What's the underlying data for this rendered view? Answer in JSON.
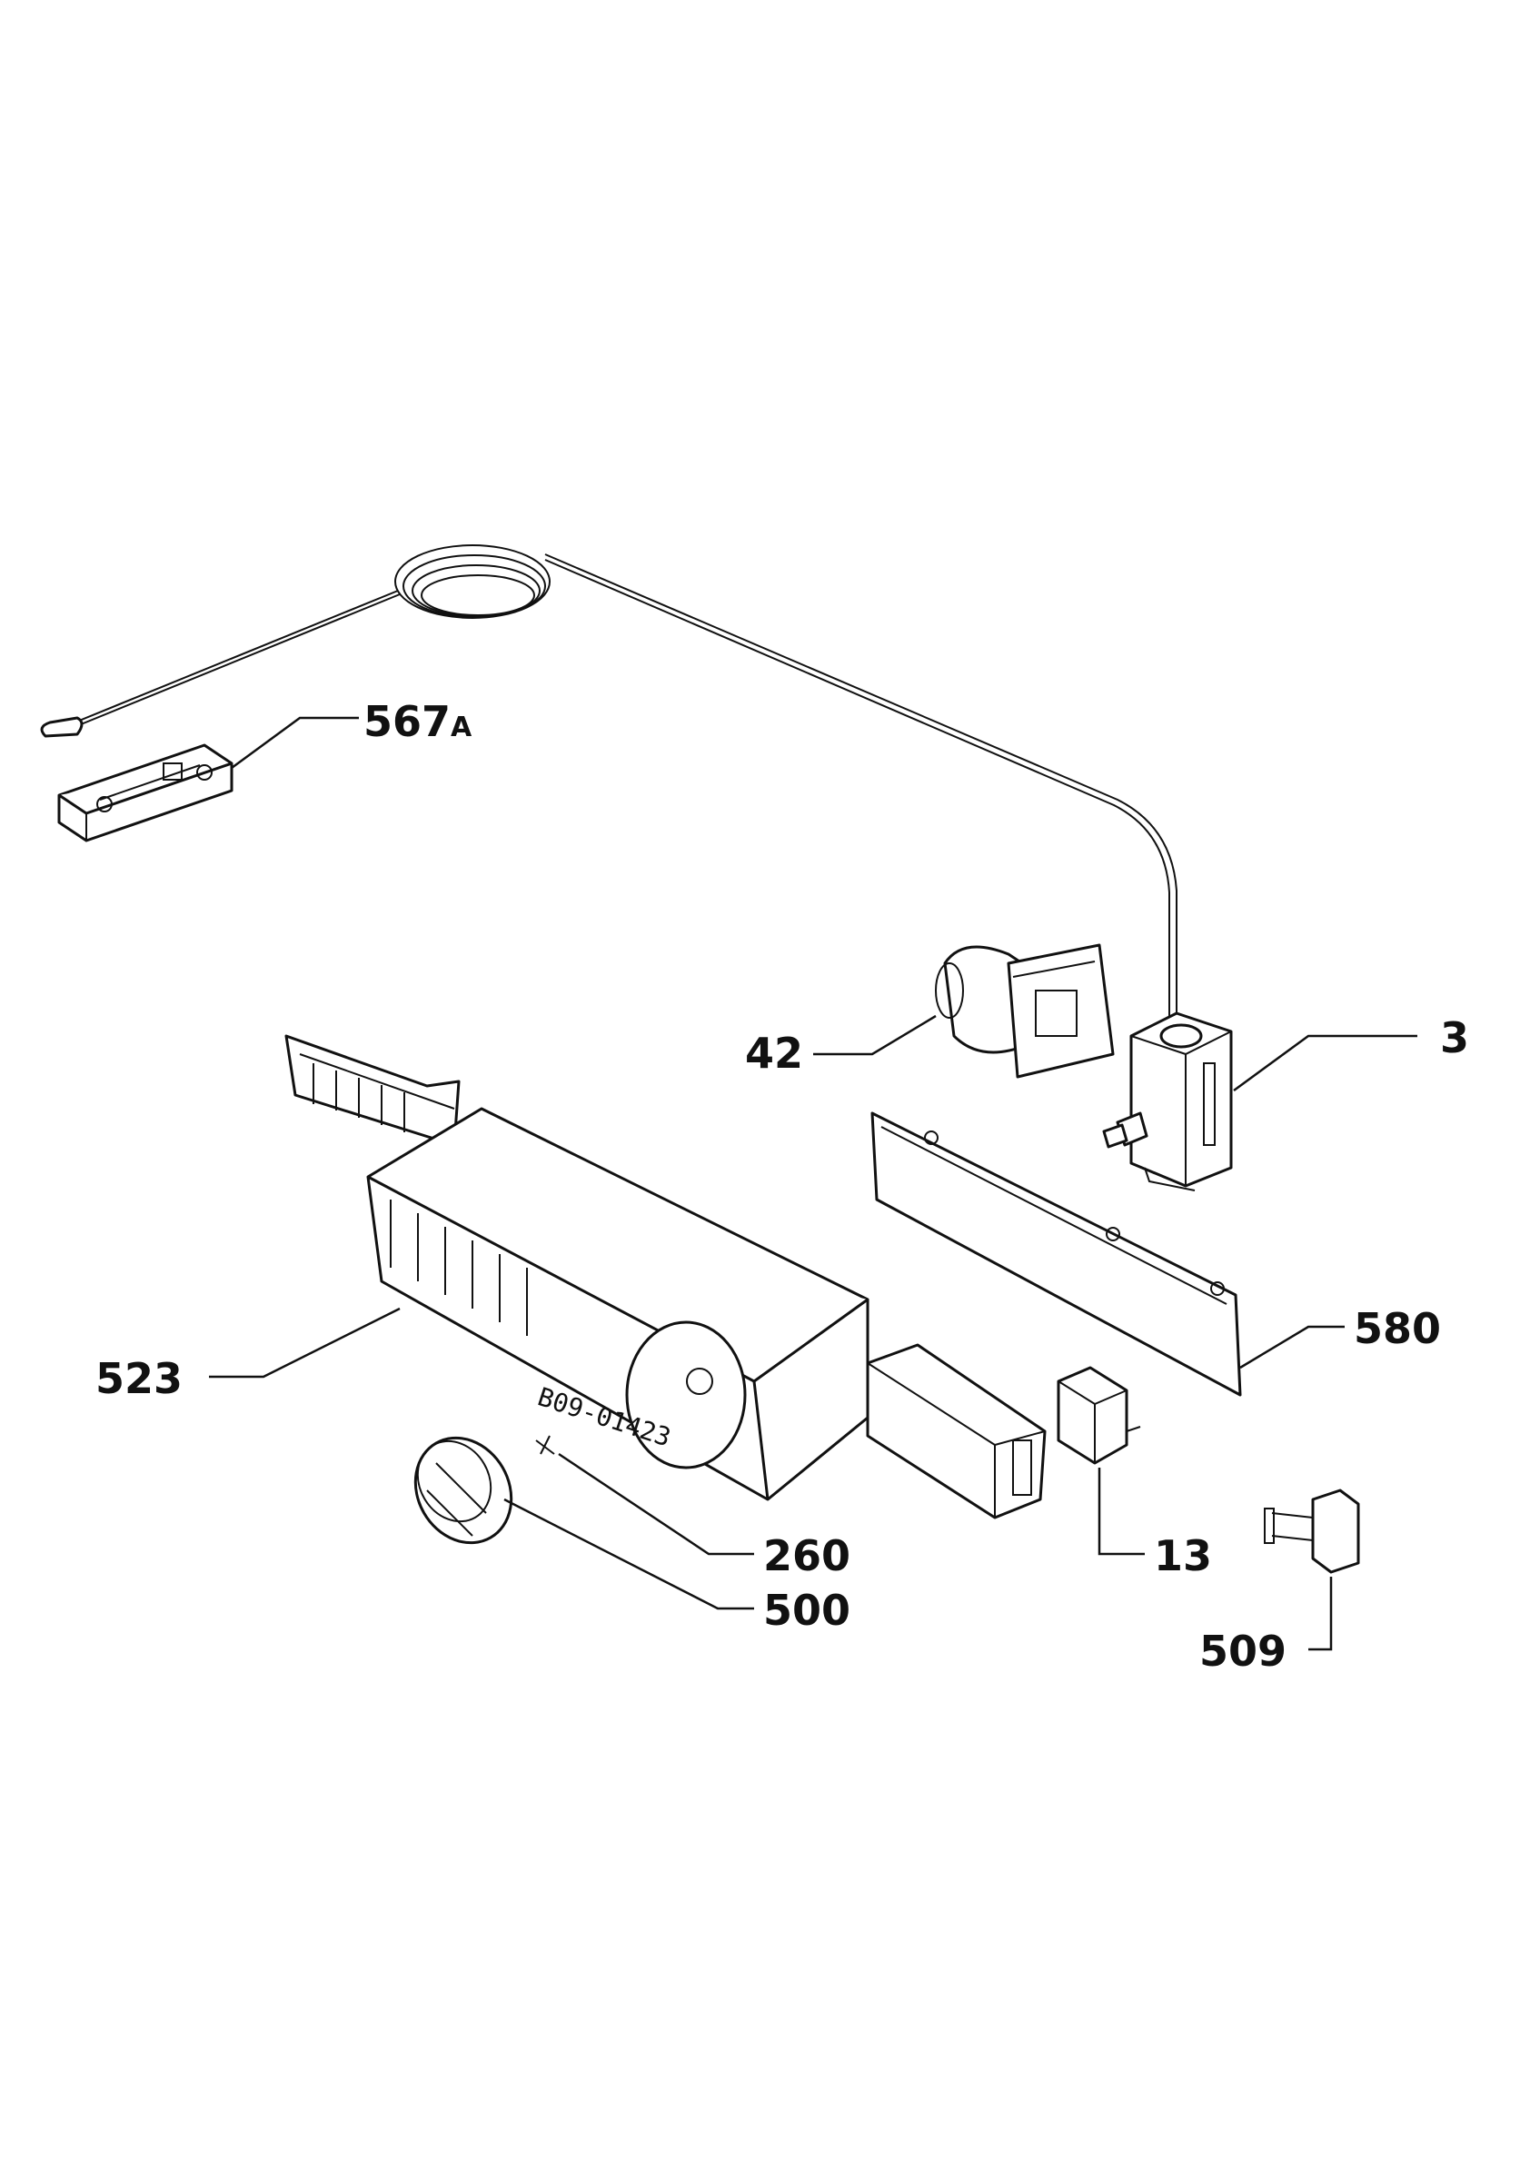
{
  "labels": {
    "p567": "567",
    "p567_suffix": "A",
    "p42": "42",
    "p3": "3",
    "p523": "523",
    "p580": "580",
    "p260": "260",
    "p500": "500",
    "p13": "13",
    "p509": "509"
  },
  "handwritten_note": "B09-01423"
}
